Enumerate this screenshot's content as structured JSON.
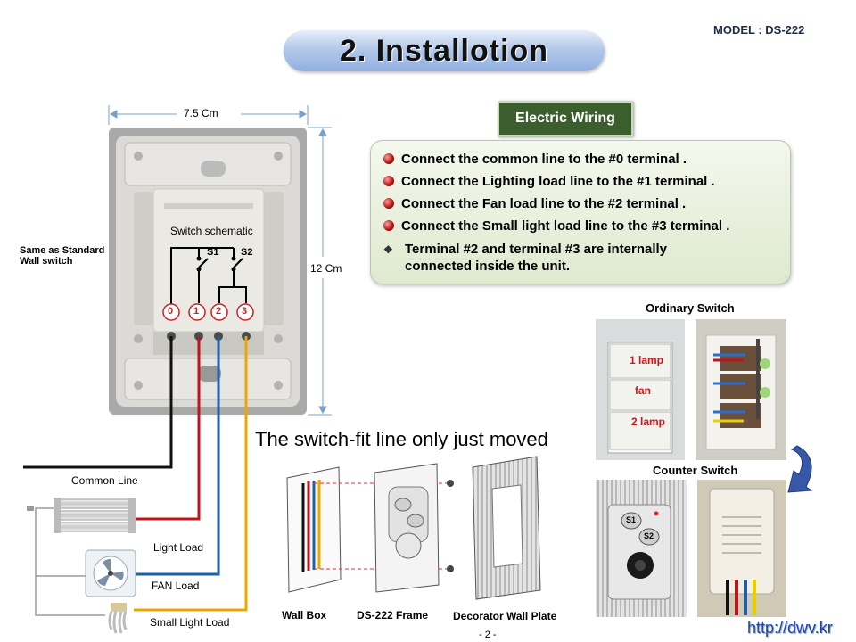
{
  "header": {
    "model": "MODEL : DS-222",
    "title": "2. Installotion"
  },
  "wiring_panel": {
    "heading": "Electric Wiring",
    "items": [
      "Connect  the common line to the  #0 terminal .",
      "Connect  the Lighting load line to the #1 terminal .",
      "Connect  the Fan load line to the  #2 terminal .",
      "Connect  the Small light load line to the  #3 terminal ."
    ],
    "note_line1": "Terminal  #2 and terminal  #3 are  internally",
    "note_line2": "connected  inside the unit."
  },
  "switch_drawing": {
    "width_label": "7.5 Cm",
    "height_label": "12 Cm",
    "side_note_line1": "Same as Standard",
    "side_note_line2": "Wall switch",
    "schematic_title": "Switch schematic",
    "s1": "S1",
    "s2": "S2",
    "terminals": [
      "0",
      "1",
      "2",
      "3"
    ]
  },
  "wire_colors": {
    "common": "#111111",
    "light": "#c0141c",
    "fan": "#1e5fa8",
    "small_light": "#e8a800"
  },
  "loads": {
    "common_line": "Common Line",
    "light_load": "Light Load",
    "fan_load": "FAN  Load",
    "small_light_load": "Small Light Load"
  },
  "install": {
    "caption": "The switch-fit line only just moved",
    "wall_box": "Wall Box",
    "frame": "DS-222 Frame",
    "plate": "Decorator Wall Plate"
  },
  "ordinary_switch": {
    "title": "Ordinary Switch",
    "buttons": [
      "1 lamp",
      "fan",
      "2 lamp"
    ]
  },
  "counter_switch": {
    "title": "Counter Switch",
    "s1": "S1",
    "s2": "S2"
  },
  "footer": {
    "page": "- 2 -",
    "url": "http://dwv.kr"
  }
}
